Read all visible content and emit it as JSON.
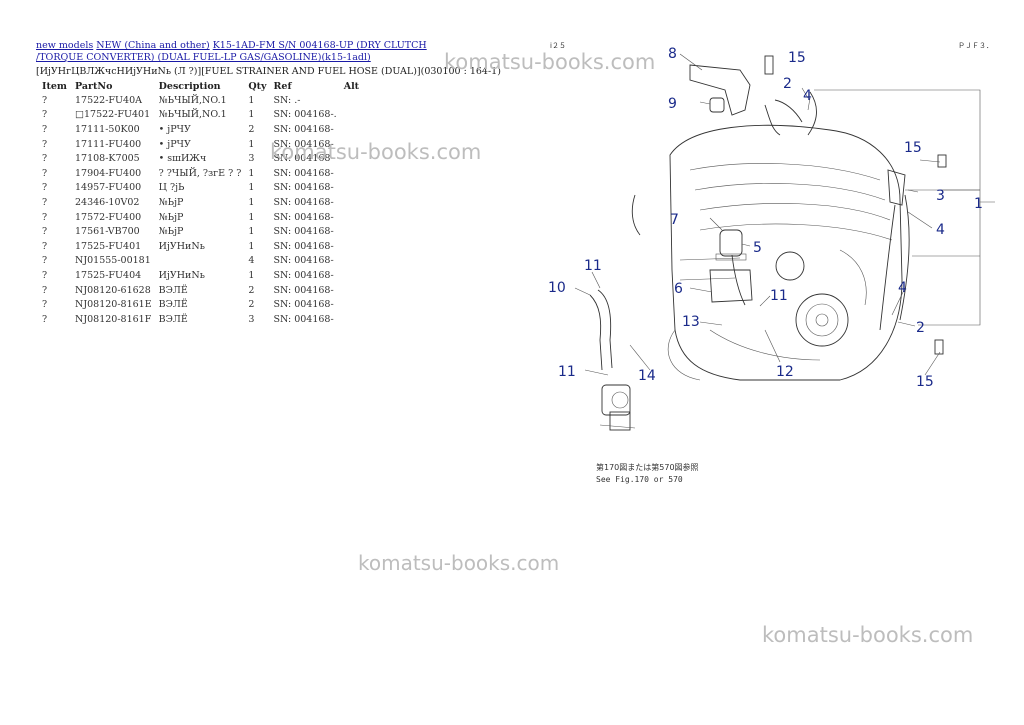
{
  "breadcrumb": {
    "link1": "new models",
    "link2": "NEW (China and other)",
    "link3": "K15-1AD-FM S/N 004168-UP (DRY CLUTCH /TORQUE CONVERTER) (DUAL FUEL-LP GAS/GASOLINE)(k15-1adl)"
  },
  "subtitle": "[ИјУНгЦВЛЖчсНИјУНиNь (Л ?)][FUEL STRAINER AND FUEL HOSE (DUAL)](030100 : 164-1)",
  "table": {
    "headers": [
      "Item",
      "PartNo",
      "Description",
      "Qty",
      "Ref",
      "Alt"
    ],
    "rows": [
      {
        "item": "?",
        "part": "17522-FU40A",
        "desc": "№ЬЧЫЙ,NO.1",
        "qty": "1",
        "ref": "SN: .-"
      },
      {
        "item": "?",
        "part": "□17522-FU401",
        "desc": "№ЬЧЫЙ,NO.1",
        "qty": "1",
        "ref": "SN: 004168-."
      },
      {
        "item": "?",
        "part": "17111-50K00",
        "desc": "• јРЧУ",
        "qty": "2",
        "ref": "SN: 004168-"
      },
      {
        "item": "?",
        "part": "17111-FU400",
        "desc": "• јРЧУ",
        "qty": "1",
        "ref": "SN: 004168-"
      },
      {
        "item": "?",
        "part": "17108-K7005",
        "desc": "• ѕшИЖч",
        "qty": "3",
        "ref": "SN: 004168-"
      },
      {
        "item": "?",
        "part": "17904-FU400",
        "desc": "? ?ЧЫЙ, ?згЕ ? ?",
        "qty": "1",
        "ref": "SN: 004168-"
      },
      {
        "item": "?",
        "part": "14957-FU400",
        "desc": "Ц ?jЬ",
        "qty": "1",
        "ref": "SN: 004168-"
      },
      {
        "item": "?",
        "part": "24346-10V02",
        "desc": "№ЬjР",
        "qty": "1",
        "ref": "SN: 004168-"
      },
      {
        "item": "?",
        "part": "17572-FU400",
        "desc": "№ЬjР",
        "qty": "1",
        "ref": "SN: 004168-"
      },
      {
        "item": "?",
        "part": "17561-VB700",
        "desc": "№ЬjР",
        "qty": "1",
        "ref": "SN: 004168-"
      },
      {
        "item": "?",
        "part": "17525-FU401",
        "desc": "ИјУНиNь",
        "qty": "1",
        "ref": "SN: 004168-"
      },
      {
        "item": "?",
        "part": "NJ01555-00181",
        "desc": "",
        "qty": "4",
        "ref": "SN: 004168-"
      },
      {
        "item": "?",
        "part": "17525-FU404",
        "desc": "ИјУНиNь",
        "qty": "1",
        "ref": "SN: 004168-"
      },
      {
        "item": "?",
        "part": "NJ08120-61628",
        "desc": "ВЭЛЁ",
        "qty": "2",
        "ref": "SN: 004168-"
      },
      {
        "item": "?",
        "part": "NJ08120-8161E",
        "desc": "ВЭЛЁ",
        "qty": "2",
        "ref": "SN: 004168-"
      },
      {
        "item": "?",
        "part": "NJ08120-8161F",
        "desc": "ВЭЛЁ",
        "qty": "3",
        "ref": "SN: 004168-"
      }
    ]
  },
  "watermark": "komatsu-books.com",
  "diagram": {
    "corner_left": "ⅰ２５",
    "corner_right": "ＰＪＦ３．",
    "callouts": [
      "8",
      "15",
      "2",
      "4",
      "9",
      "15",
      "3",
      "1",
      "4",
      "7",
      "5",
      "11",
      "10",
      "6",
      "11",
      "13",
      "14",
      "12",
      "4",
      "2",
      "11",
      "15"
    ],
    "caption_jp": "第170図または第570図参照",
    "caption_en": "See Fig.170 or 570"
  }
}
